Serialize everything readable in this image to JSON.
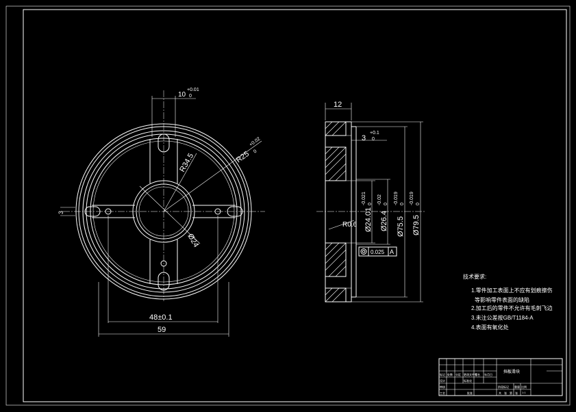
{
  "front_view": {
    "dims": {
      "slot_width": "10",
      "slot_tol_upper": "+0.01",
      "slot_tol_lower": "0",
      "small_offset": "3",
      "r_outer_groove": "R34.5",
      "r_inner_groove_base": "R25",
      "r_inner_groove_upper": "+0.02",
      "r_inner_groove_lower": "0",
      "hub_dia": "Ø24",
      "hole_spacing": "48±0.1",
      "overall_width": "59"
    }
  },
  "side_view": {
    "dims": {
      "thickness": "12",
      "step_base": "3",
      "step_upper": "+0.1",
      "step_lower": "0",
      "radius": "R0.6",
      "d1": "Ø24.01",
      "d1_upper": "-0.021",
      "d1_lower": "0",
      "d2": "Ø26.4",
      "d2_upper": "-0.02",
      "d2_lower": "0",
      "d3": "Ø75.5",
      "d3_upper": "-0.019",
      "d3_lower": "0",
      "d4": "Ø79.5",
      "d4_upper": "-0.019",
      "d4_lower": "0",
      "tolerance_value": "0.025",
      "datum": "A"
    }
  },
  "notes": {
    "title": "技术要求:",
    "items": [
      "1.零件加工表面上不应有划痕擦伤",
      "等影响零件表面的缺陷",
      "2.加工后的零件不允许有毛刺飞边",
      "3.未注公差按GB/T1184-A",
      "4.表面有氧化处"
    ]
  },
  "title_block": {
    "part_name": "挡板滑块",
    "cells": [
      "标记",
      "处数",
      "分区",
      "更改文件号",
      "签名",
      "年月日",
      "设计",
      "标准化",
      "审核",
      "工艺",
      "批准",
      "阶段标记",
      "重量",
      "比例",
      "1:1",
      "共",
      "张",
      "第",
      "张"
    ]
  }
}
